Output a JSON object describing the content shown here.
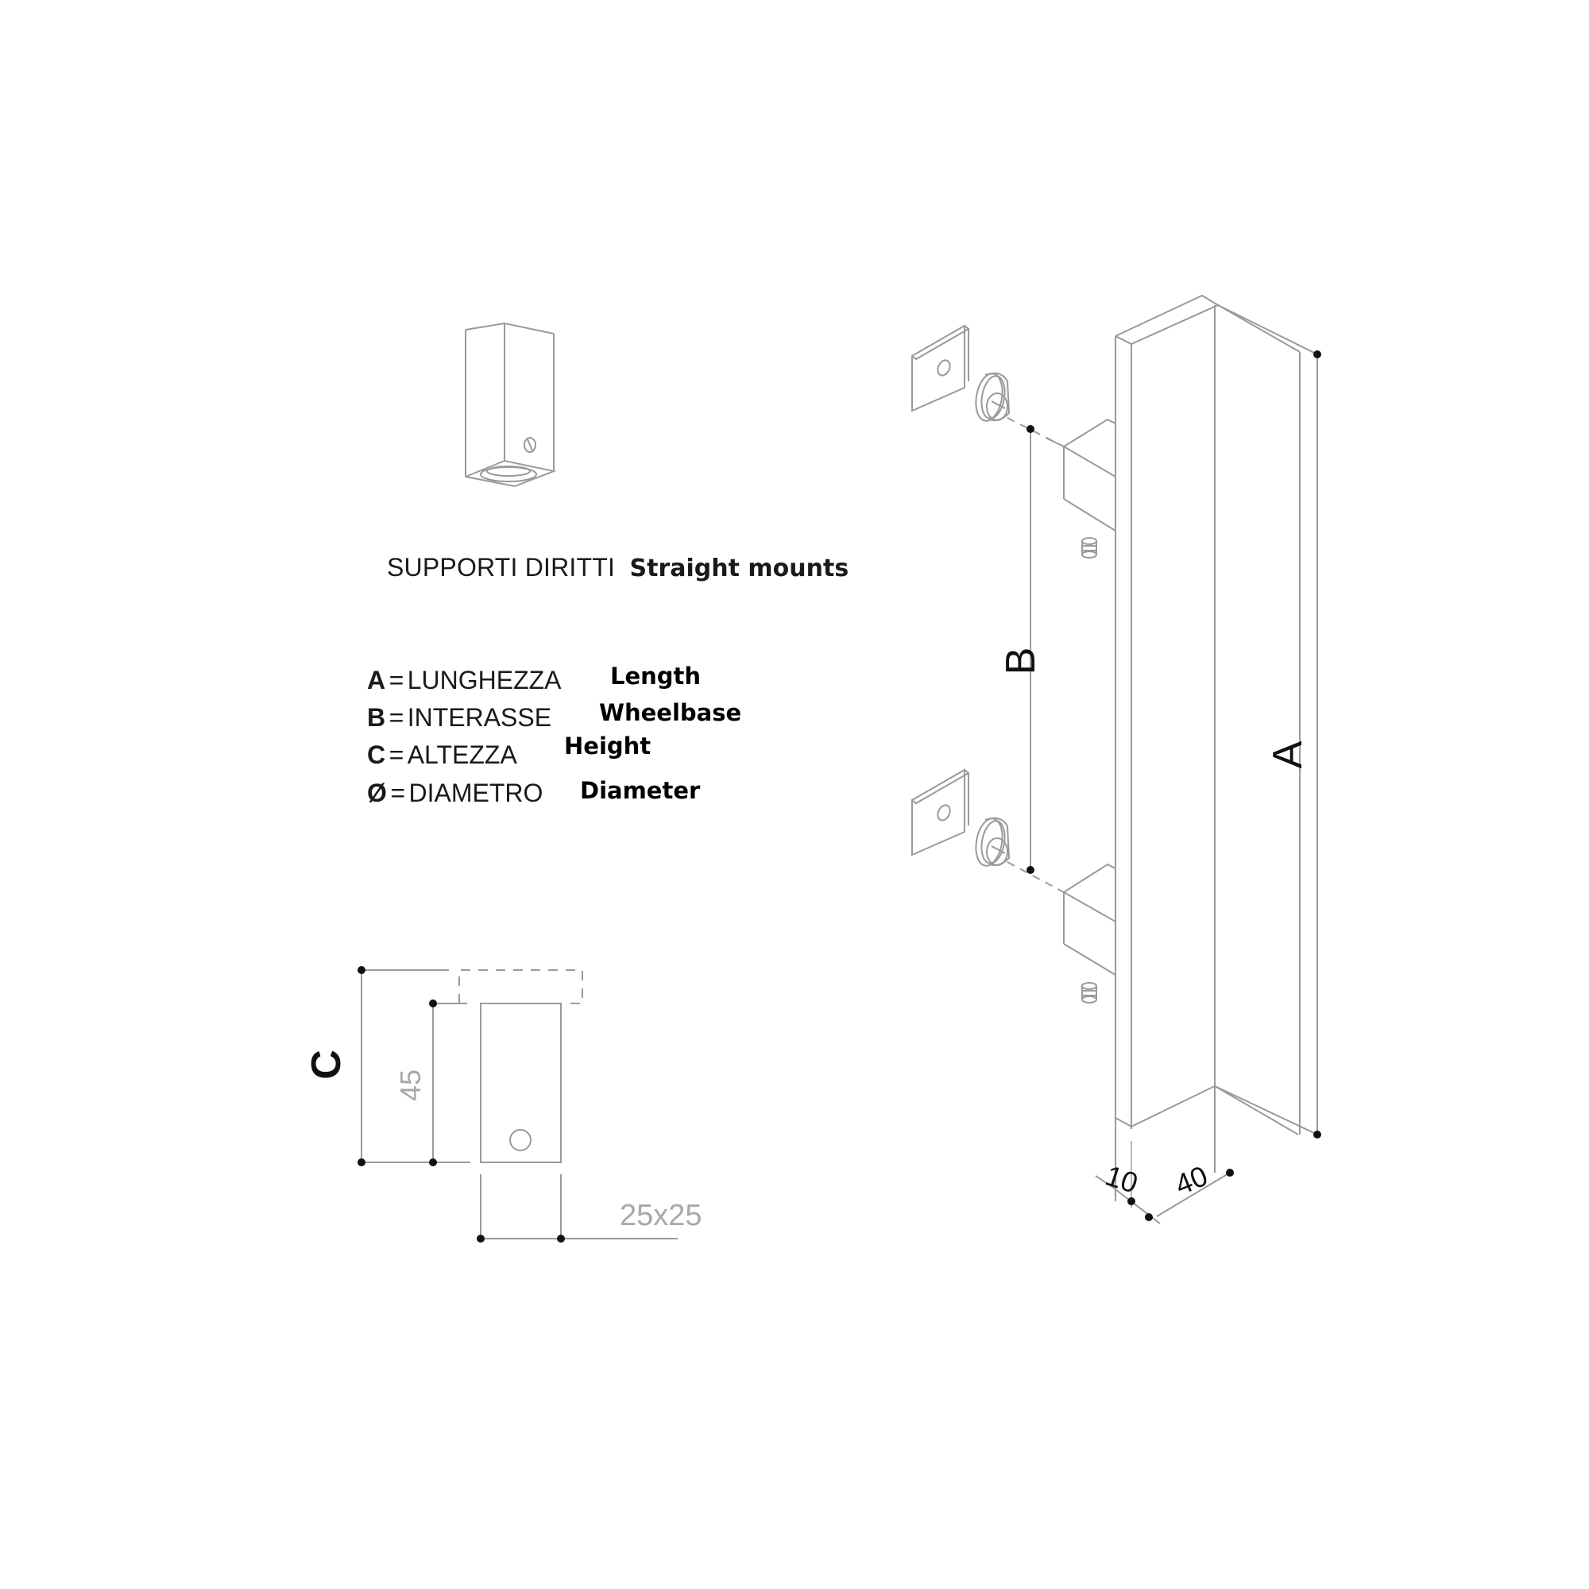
{
  "caption": {
    "italian": "SUPPORTI DIRITTI",
    "english": "Straight mounts"
  },
  "legend": [
    {
      "key": "A",
      "equals": "=",
      "italian": "LUNGHEZZA",
      "english": "Length"
    },
    {
      "key": "B",
      "equals": "=",
      "italian": "INTERASSE",
      "english": "Wheelbase"
    },
    {
      "key": "C",
      "equals": "=",
      "italian": "ALTEZZA",
      "english": "Height"
    },
    {
      "key": "Ø",
      "equals": "=",
      "italian": "DIAMETRO",
      "english": "Diameter"
    }
  ],
  "mount_detail": {
    "height_label": "C",
    "inner_height": "45",
    "section": "25x25"
  },
  "bar_drawing": {
    "length_label": "A",
    "wheelbase_label": "B",
    "thickness": "10",
    "width": "40"
  },
  "colors": {
    "line": "#9a9a9a",
    "text": "#1a1a1a",
    "dim_text": "#a8a8a8",
    "dot": "#111111"
  }
}
